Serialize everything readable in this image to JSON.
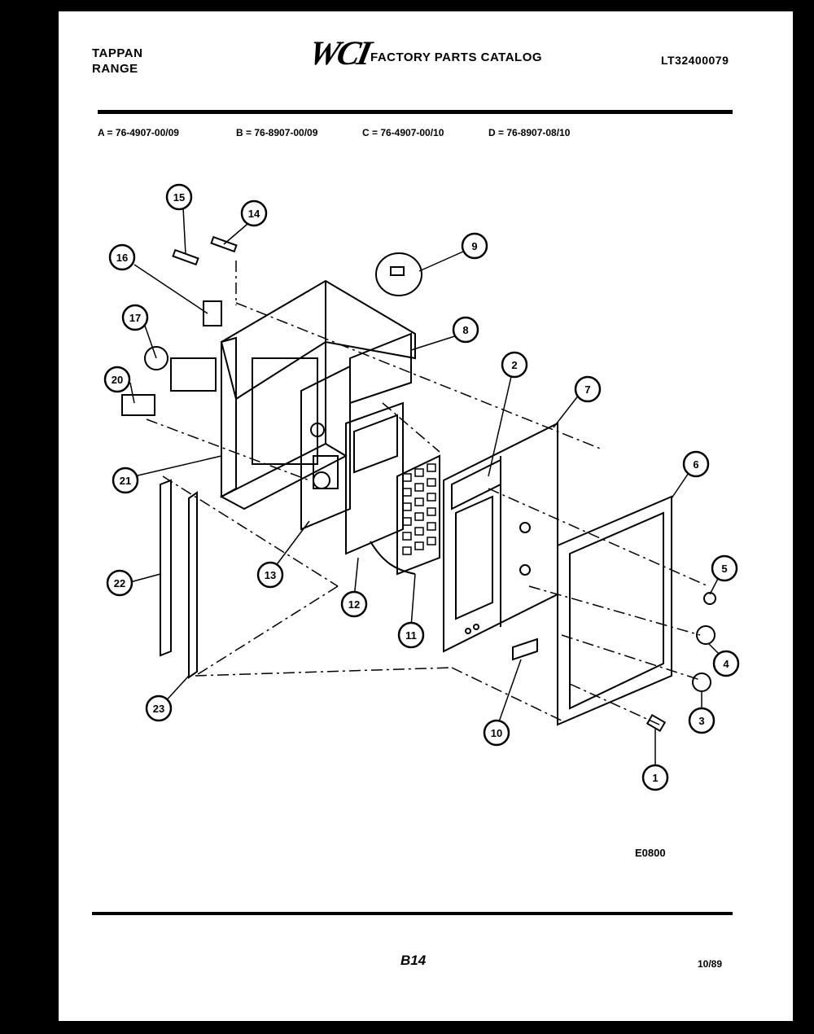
{
  "header": {
    "brand_line1": "TAPPAN",
    "brand_line2": "RANGE",
    "logo": "WCI",
    "catalog_title": "FACTORY PARTS CATALOG",
    "catalog_code": "LT32400079"
  },
  "models": [
    {
      "label": "A = 76-4907-00/09"
    },
    {
      "label": "B = 76-8907-00/09"
    },
    {
      "label": "C = 76-4907-00/10"
    },
    {
      "label": "D = 76-8907-08/10"
    }
  ],
  "callouts": [
    "1",
    "2",
    "3",
    "4",
    "5",
    "6",
    "7",
    "8",
    "9",
    "11",
    "12",
    "13",
    "14",
    "15",
    "16",
    "17",
    "20",
    "21",
    "22",
    "23",
    "10"
  ],
  "footer": {
    "illustration_code": "E0800",
    "page_number": "B14",
    "date": "10/89"
  }
}
